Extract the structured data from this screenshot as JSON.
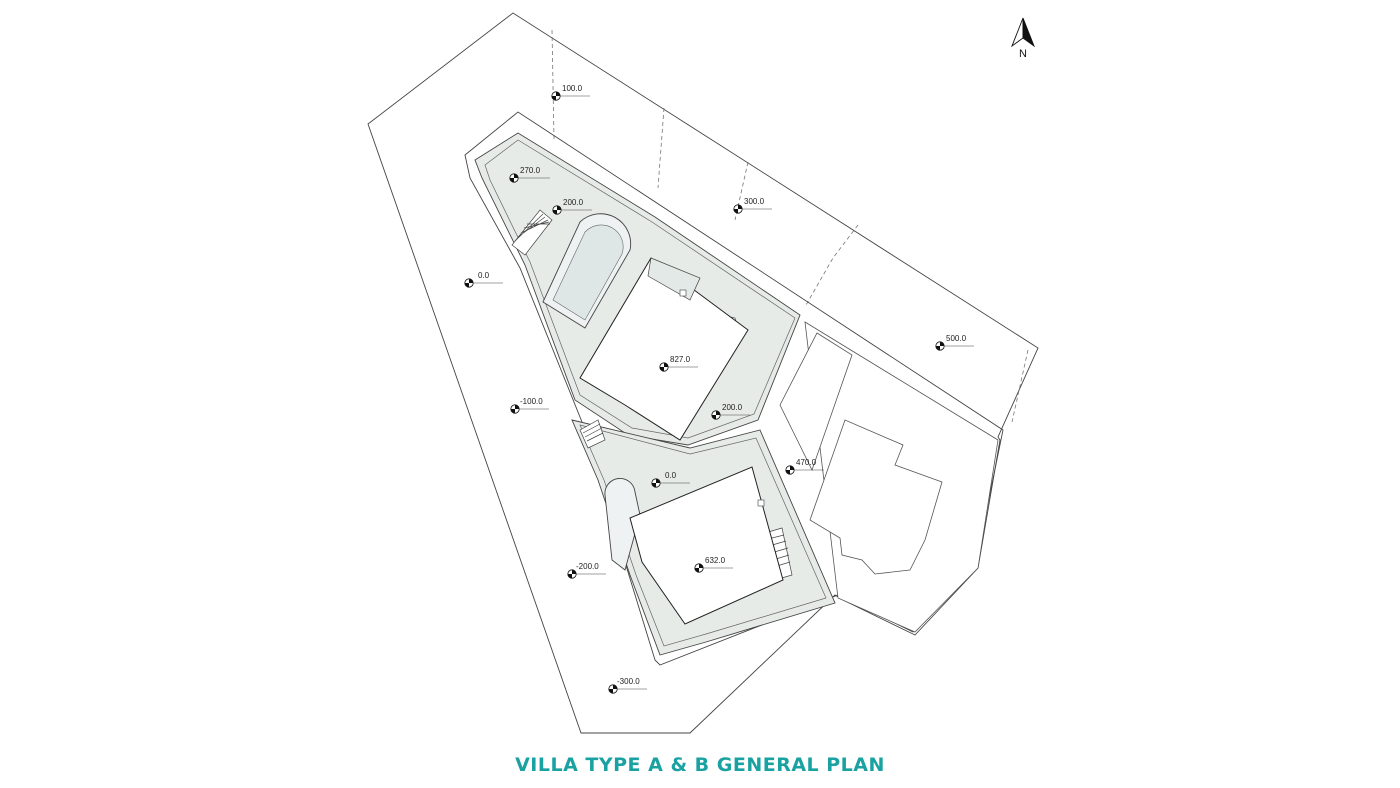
{
  "title": "VILLA TYPE A & B GENERAL PLAN",
  "north_label": "N",
  "colors": {
    "title": "#1aa1a1",
    "line": "#4a4a4a",
    "terrace_fill": "#e6ebe8",
    "building_fill": "#ffffff",
    "pool_fill": "#eef2f2"
  },
  "levels": {
    "l100": "100.0",
    "l270": "270.0",
    "l200a": "200.0",
    "l300": "300.0",
    "l0a": "0.0",
    "l827": "827.0",
    "l500": "500.0",
    "l200b": "200.0",
    "lm100": "-100.0",
    "l470": "470.0",
    "l0b": "0.0",
    "l632": "632.0",
    "lm200": "-200.0",
    "lm300": "-300.0"
  }
}
